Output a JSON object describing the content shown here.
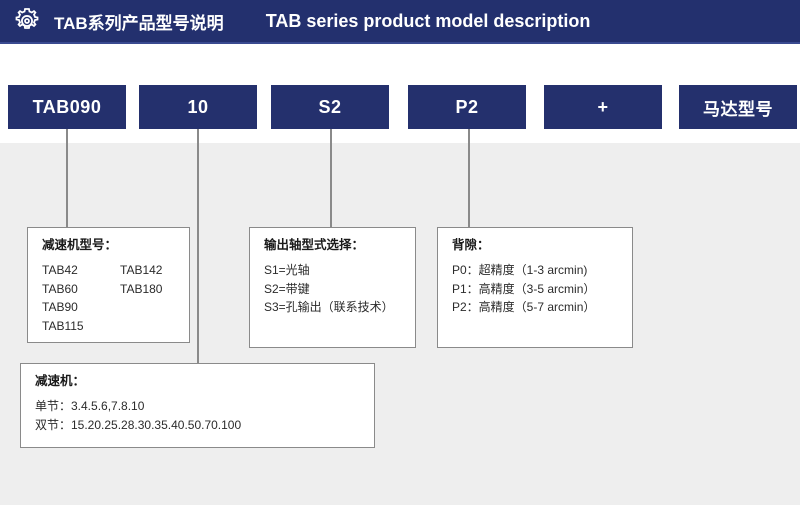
{
  "header": {
    "icon": "gear-icon",
    "title_cn": "TAB系列产品型号说明",
    "title_en": "TAB series product model description",
    "bg_color": "#23306e",
    "text_color": "#ffffff"
  },
  "model_code": {
    "segments": [
      {
        "label": "TAB090",
        "kind": "latin"
      },
      {
        "label": "10",
        "kind": "latin"
      },
      {
        "label": "S2",
        "kind": "latin"
      },
      {
        "label": "P2",
        "kind": "latin"
      },
      {
        "label": "+",
        "kind": "latin"
      },
      {
        "label": "马达型号",
        "kind": "cjk"
      }
    ],
    "box_color": "#24306d",
    "label_color": "#ffffff"
  },
  "callouts": {
    "gearbox_model": {
      "title": "减速机型号：",
      "col_left": [
        "TAB42",
        "TAB60",
        "TAB90",
        "TAB115"
      ],
      "col_right": [
        "TAB142",
        "TAB180"
      ]
    },
    "output_shaft": {
      "title": "输出轴型式选择：",
      "lines": [
        "S1=光轴",
        "S2=带键",
        "S3=孔输出（联系技术）"
      ]
    },
    "backlash": {
      "title": "背隙：",
      "lines": [
        "P0：超精度（1-3 arcmin)",
        "P1：高精度（3-5 arcmin）",
        "P2：高精度（5-7 arcmin）"
      ]
    },
    "ratio": {
      "title": "减速机：",
      "lines": [
        "单节：3.4.5.6,7.8.10",
        "双节：15.20.25.28.30.35.40.50.70.100"
      ]
    }
  },
  "colors": {
    "navy": "#23306e",
    "box_navy": "#24306d",
    "panel_grey": "#eeeeee",
    "line_grey": "#8a8a8a",
    "border_grey": "#8a8a8a"
  }
}
